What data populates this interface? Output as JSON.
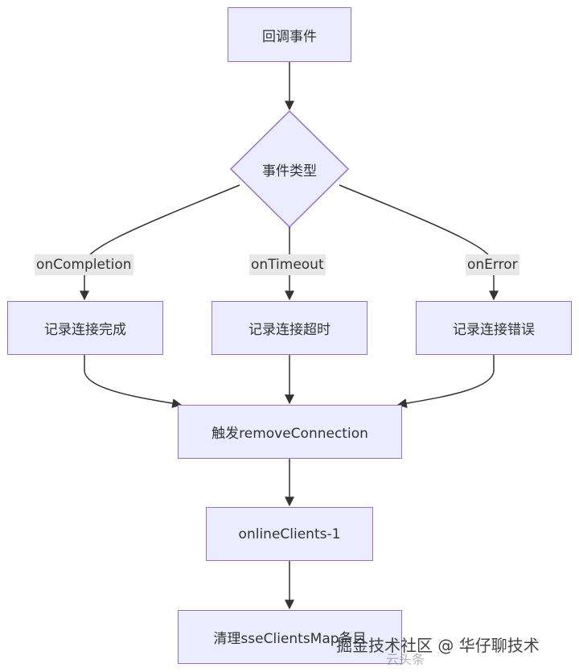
{
  "nodes": {
    "callback_event": "回调事件",
    "event_type": "事件类型",
    "log_completion": "记录连接完成",
    "log_timeout": "记录连接超时",
    "log_error": "记录连接错误",
    "trigger_remove": "触发removeConnection",
    "online_clients": "onlineClients-1",
    "clear_map": "清理sseClientsMap条目"
  },
  "edge_labels": {
    "completion": "onCompletion",
    "timeout": "onTimeout",
    "error": "onError"
  },
  "watermark": {
    "main": "掘金技术社区 @ 华仔聊技术",
    "sub": "云头条"
  },
  "colors": {
    "node_fill": "#ececff",
    "node_stroke": "#9370db",
    "edge": "#333333",
    "edge_label_bg": "#e8e8e8"
  }
}
